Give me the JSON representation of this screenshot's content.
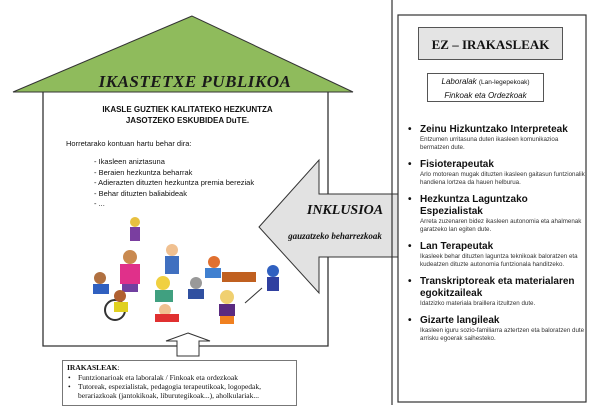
{
  "house": {
    "title": "IKASTETXE PUBLIKOA",
    "headline_1": "IKASLE GUZTIEK KALITATEKO HEZKUNTZA",
    "headline_2": "JASOTZEKO ESKUBIDEA DuTE.",
    "intro": "Horretarako kontuan hartu behar dira:",
    "items": [
      "- Ikasleen aniztasuna",
      "- Beraien hezkuntza beharrak",
      "- Adierazten dituzten hezkuntza premia bereziak",
      "- Behar dituzten baliabideak",
      "- ..."
    ]
  },
  "arrow": {
    "title": "INKLUSIOA",
    "subtitle": "gauzatzeko beharrezkoak"
  },
  "non_teachers": {
    "title": "EZ – IRAKASLEAK",
    "labor_1": "Laboralak",
    "labor_1_note": "(Lan-legepekoak)",
    "labor_2": "Finkoak eta Ordezkoak",
    "roles": [
      {
        "title": "Zeinu Hizkuntzako Interpreteak",
        "desc": "Entzumen urritasuna duten ikasleen komunikazioa bermatzen dute."
      },
      {
        "title": "Fisioterapeutak",
        "desc": "Arlo motorean mugak dituzten ikasleen gaitasun funtzionalik handiena lortzea da hauen helburua."
      },
      {
        "title": "Hezkuntza Laguntzako Espezialistak",
        "desc": "Arreta zuzenaren bidez ikasleen autonomia eta ahalmenak garatzeko lan egiten dute."
      },
      {
        "title": "Lan Terapeutak",
        "desc": "Ikasleek behar dituzten laguntza teknikoak baloratzen eta kudeatzen dituzte autonomia funtzionala handitzeko."
      },
      {
        "title": "Transkriptoreak eta materialaren egokitzaileak",
        "desc": "Idatzizko materiala braillera itzultzen dute."
      },
      {
        "title": "Gizarte langileak",
        "desc": "Ikasleen iguru sozio-familiarra aztertzen eta baloratzen dute arrisku egoerak saihesteko."
      }
    ],
    "bullet": "•"
  },
  "teachers": {
    "title": "IRAKASLEAK",
    "title_suffix": ":",
    "items": [
      "Funtzionarioak eta laboralak  /  Finkoak eta ordezkoak",
      "Tutoreak, espezialistak, pedagogia terapeutikoak, logopedak, berariazkoak (jantokikoak, liburutegikoak...), aholkulariak..."
    ]
  },
  "colors": {
    "roof": "#8fbb5c",
    "arrow": "#e2e2e2",
    "title_box": "#e4e4e4"
  }
}
